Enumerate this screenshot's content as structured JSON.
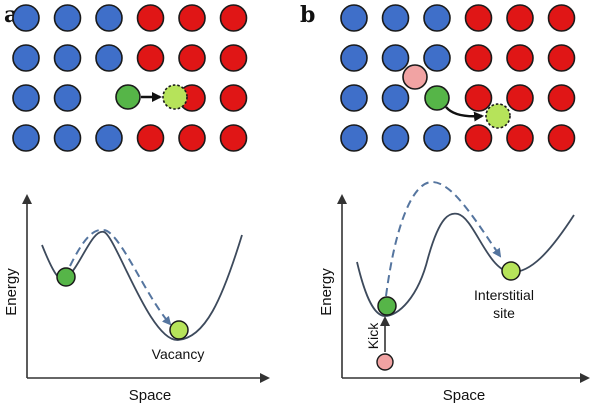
{
  "panels": {
    "a": {
      "label": "a",
      "xlabel": "Space",
      "ylabel": "Energy",
      "annotation": "Vacancy"
    },
    "b": {
      "label": "b",
      "xlabel": "Space",
      "ylabel": "Energy",
      "annotation_line1": "Interstitial",
      "annotation_line2": "site",
      "kick_label": "Kick"
    }
  },
  "colors": {
    "blue_atom": "#3f6fc9",
    "red_atom": "#e01616",
    "green_atom": "#56b548",
    "green_target": "#b6e35a",
    "pink_atom": "#f1a3a3",
    "curve": "#3d4a5c",
    "dashed_path": "#55759f",
    "outline": "#1a1a1a"
  }
}
